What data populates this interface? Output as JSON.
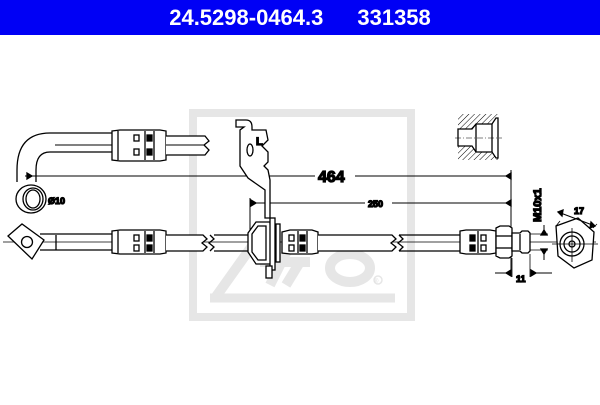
{
  "header": {
    "part_number": "24.5298-0464.3",
    "article_number": "331358",
    "background_color": "#0000f5",
    "text_color": "#ffffff"
  },
  "drawing": {
    "type": "brake-hose technical drawing",
    "dimensions": {
      "overall_length": "464",
      "bracket_to_end": "250",
      "eye_diameter": "Ø10",
      "thread": "M10x1",
      "thread_length": "11",
      "hex_size": "17"
    },
    "bracket_label": "L",
    "watermark": {
      "logo": "Ate",
      "registered": "®",
      "color": "#e4e4e4"
    },
    "line_color": "#000000"
  }
}
